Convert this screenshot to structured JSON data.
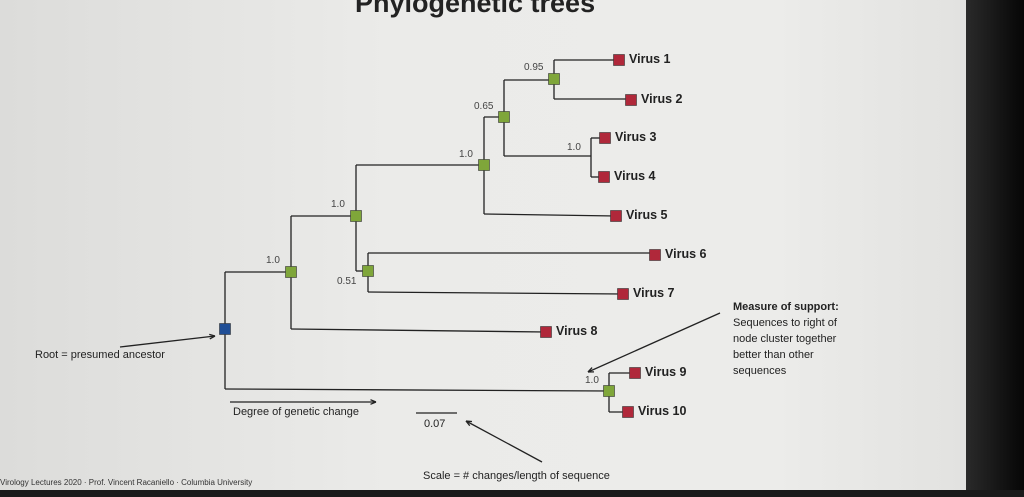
{
  "title": "Phylogenetic trees",
  "leaves": [
    "Virus 1",
    "Virus 2",
    "Virus 3",
    "Virus 4",
    "Virus 5",
    "Virus 6",
    "Virus 7",
    "Virus 8",
    "Virus 9",
    "Virus 10"
  ],
  "support_values": [
    "0.95",
    "0.65",
    "1.0",
    "1.0",
    "1.0",
    "1.0",
    "0.51",
    "1.0"
  ],
  "root_label": "Root = presumed ancestor",
  "degree_label": "Degree of genetic change",
  "scale_value": "0.07",
  "scale_label": "Scale = # changes/length of sequence",
  "support_note": {
    "heading": "Measure of support:",
    "lines": [
      "Sequences to right of",
      "node cluster together",
      "better than other",
      "sequences"
    ]
  },
  "footer": "Virology Lectures 2020 · Prof. Vincent Racaniello · Columbia University",
  "colors": {
    "leaf": "#b0283a",
    "node": "#7fa63a",
    "root": "#1f4e96"
  }
}
